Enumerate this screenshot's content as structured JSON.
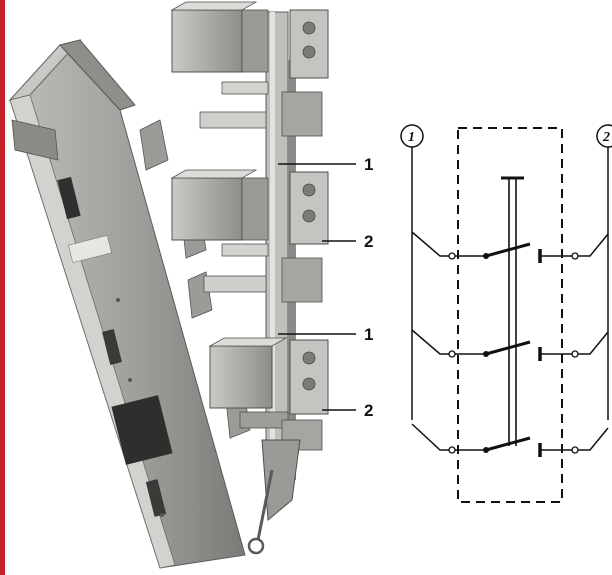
{
  "colors": {
    "edge": "#c8202a",
    "line": "#111111",
    "metal_light": "#d6d6d4",
    "metal_mid": "#a9a9a6",
    "metal_dark": "#6e6e6b",
    "shadow": "#3a3a38"
  },
  "photo": {
    "callouts": [
      {
        "label": "1"
      },
      {
        "label": "2"
      },
      {
        "label": "1"
      },
      {
        "label": "2"
      }
    ]
  },
  "schematic": {
    "terminals": [
      {
        "label": "1"
      },
      {
        "label": "2"
      }
    ]
  }
}
